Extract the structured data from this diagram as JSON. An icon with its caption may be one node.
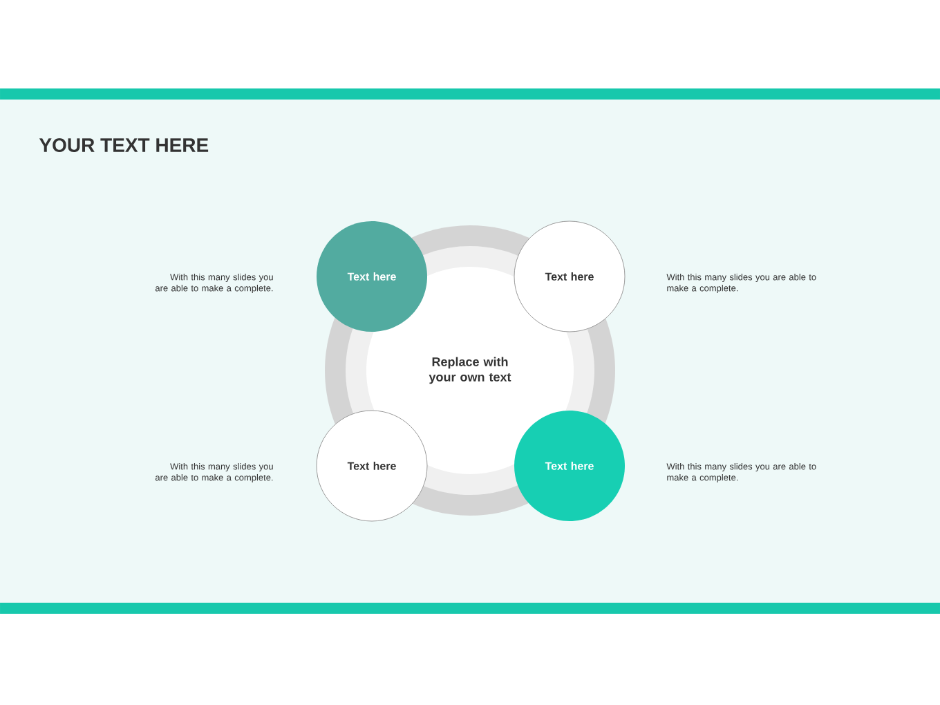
{
  "diagram": {
    "title": "YOUR TEXT HERE",
    "nodes": [
      {
        "text": [
          "Replace with your own text"
        ]
      },
      {
        "text": [
          "Text here"
        ]
      },
      {
        "text": [
          "Text here"
        ]
      },
      {
        "text": [
          "Text here"
        ]
      },
      {
        "text": [
          "Text here"
        ]
      }
    ],
    "labels": [
      "With this many slides you are able to make a complete.",
      "With this many slides you are able to make a complete.",
      "With this many slides you are able to make a complete.",
      "With this many slides you are able to make a complete."
    ]
  }
}
